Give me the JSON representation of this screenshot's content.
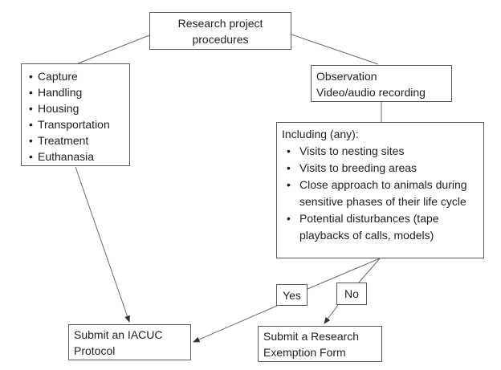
{
  "diagram": {
    "top_box": {
      "label": "Research project procedures"
    },
    "left_box": {
      "items": [
        "Capture",
        "Handling",
        "Housing",
        "Transportation",
        "Treatment",
        "Euthanasia"
      ]
    },
    "observation_box": {
      "lines": [
        "Observation",
        "Video/audio recording"
      ]
    },
    "including_box": {
      "header": "Including (any):",
      "items": [
        "Visits to nesting sites",
        "Visits to breeding areas",
        "Close approach to animals during sensitive phases of their life cycle",
        "Potential disturbances (tape playbacks of calls, models)"
      ]
    },
    "decision": {
      "yes_label": "Yes",
      "no_label": "No"
    },
    "iacuc_box": {
      "label": "Submit an IACUC Protocol"
    },
    "exemption_box": {
      "label": "Submit a Research Exemption Form"
    },
    "glyphs": {
      "bullet": "•"
    },
    "colors": {
      "background": "#ffffff",
      "box_border": "#595959",
      "connector_line": "#6b6b6b",
      "arrowhead": "#333333",
      "text": "#1f1f1f"
    }
  }
}
